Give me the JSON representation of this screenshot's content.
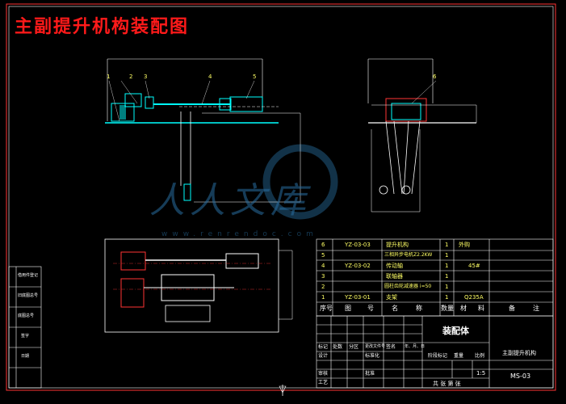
{
  "title": "主副提升机构装配图",
  "callouts": [
    "1",
    "2",
    "3",
    "4",
    "5",
    "6"
  ],
  "bom": {
    "rows": [
      {
        "no": "6",
        "code": "YZ-03-03",
        "name": "提升机构",
        "qty": "1",
        "mat": "外购"
      },
      {
        "no": "5",
        "code": "",
        "name": "三相异步电机Z2.2KW",
        "qty": "1",
        "mat": ""
      },
      {
        "no": "4",
        "code": "YZ-03-02",
        "name": "传动轴",
        "qty": "1",
        "mat": "45#"
      },
      {
        "no": "3",
        "code": "",
        "name": "联轴器",
        "qty": "1",
        "mat": ""
      },
      {
        "no": "2",
        "code": "",
        "name": "圆柱齿轮减速器 i=50",
        "qty": "1",
        "mat": ""
      },
      {
        "no": "1",
        "code": "YZ-03-01",
        "name": "支架",
        "qty": "1",
        "mat": "Q235A"
      }
    ],
    "header": [
      "序号",
      "图",
      "号",
      "名",
      "称",
      "数量",
      "材",
      "料",
      "备",
      "注"
    ]
  },
  "title_block": {
    "part_name": "装配体",
    "drawing_name": "主副提升机构",
    "drawing_no": "MS-03",
    "scale": "1:5",
    "sheet": "共  张  第  张",
    "labels": [
      "标记",
      "处数",
      "分区",
      "更改文件号",
      "签名",
      "年、月、日",
      "设计",
      "标准化",
      "审核",
      "工艺",
      "批准",
      "阶段标记",
      "重量",
      "比例"
    ]
  },
  "side_labels": [
    "借用件登记",
    "旧底图总号",
    "底图总号",
    "签字",
    "日期"
  ],
  "watermark": {
    "text": "人人文库",
    "url": "www.renrendoc.com"
  },
  "colors": {
    "background": "#000000",
    "line": "#ffffff",
    "title": "#ff1a1a",
    "part": "#00ffff",
    "hidden": "#ff3333"
  }
}
